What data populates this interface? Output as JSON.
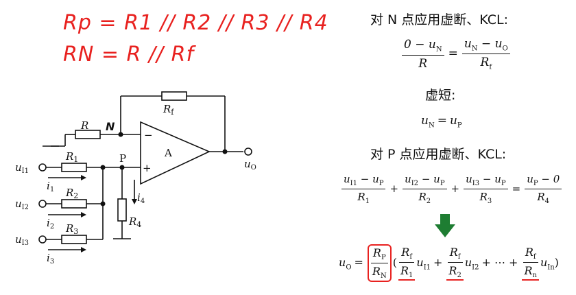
{
  "handwriting": {
    "line1": "Rp = R1 // R2 // R3 // R4",
    "line2": "RN = R // Rf",
    "mark_N": "N"
  },
  "circuit": {
    "Rf": "R",
    "Rf_sub": "f",
    "R": "R",
    "R1": "R",
    "R1_sub": "1",
    "R2": "R",
    "R2_sub": "2",
    "R3": "R",
    "R3_sub": "3",
    "R4": "R",
    "R4_sub": "4",
    "amp": "A",
    "minus": "−",
    "plus": "+",
    "P": "P",
    "u11": "u",
    "u11_sub": "I1",
    "u12": "u",
    "u12_sub": "I2",
    "u13": "u",
    "u13_sub": "I3",
    "uo": "u",
    "uo_sub": "O",
    "i1": "i",
    "i1_sub": "1",
    "i2": "i",
    "i2_sub": "2",
    "i3": "i",
    "i3_sub": "3",
    "i4": "i",
    "i4_sub": "4"
  },
  "text": {
    "heading_n": "对 N 点应用虚断、KCL:",
    "heading_virtual_short": "虚短:",
    "heading_p": "对 P 点应用虚断、KCL:"
  },
  "eq_n": {
    "num_left": "0 − u",
    "num_left_sub": "N",
    "den_left": "R",
    "num_right": "u",
    "num_right_sub": "N",
    "num_right_b": " − u",
    "num_right_b_sub": "O",
    "den_right": "R",
    "den_right_sub": "f"
  },
  "eq_short": {
    "left": "u",
    "left_sub": "N",
    "right": "u",
    "right_sub": "P"
  },
  "eq_p": {
    "t1_num": "u",
    "t1_num_sub": "I1",
    "t1_num_b": " − u",
    "t1_num_b_sub": "P",
    "t1_den": "R",
    "t1_den_sub": "1",
    "t2_num": "u",
    "t2_num_sub": "I2",
    "t2_num_b": " − u",
    "t2_num_b_sub": "P",
    "t2_den": "R",
    "t2_den_sub": "2",
    "t3_num": "u",
    "t3_num_sub": "I3",
    "t3_num_b": " − u",
    "t3_num_b_sub": "P",
    "t3_den": "R",
    "t3_den_sub": "3",
    "t4_num": "u",
    "t4_num_sub": "P",
    "t4_num_b": " − 0",
    "t4_den": "R",
    "t4_den_sub": "4"
  },
  "eq_out": {
    "lhs": "u",
    "lhs_sub": "O",
    "rp": "R",
    "rp_sub": "P",
    "rn": "R",
    "rn_sub": "N",
    "f1_num": "R",
    "f1_num_sub": "f",
    "f1_den": "R",
    "f1_den_sub": "1",
    "f1_u": "u",
    "f1_u_sub": "I1",
    "f2_num": "R",
    "f2_num_sub": "f",
    "f2_den": "R",
    "f2_den_sub": "2",
    "f2_u": "u",
    "f2_u_sub": "I2",
    "dots": "+ ⋯ +",
    "f3_num": "R",
    "f3_num_sub": "f",
    "f3_den": "R",
    "f3_den_sub": "n",
    "f3_u": "u",
    "f3_u_sub": "In"
  },
  "colors": {
    "ink": "#111111",
    "handwriting": "#e8211f",
    "arrow": "#1e7d32"
  }
}
